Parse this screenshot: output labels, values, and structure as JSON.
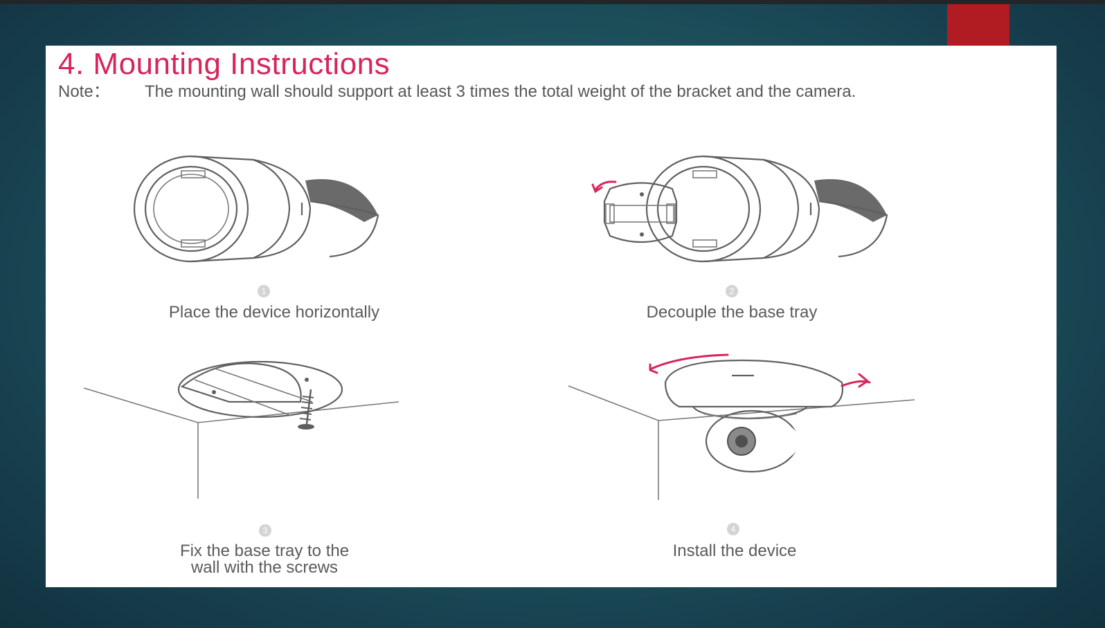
{
  "slide": {
    "title": "4. Mounting Instructions",
    "note_label": "Note：",
    "note_text": "The mounting wall should support at least 3 times the total weight of the bracket and the camera.",
    "colors": {
      "title": "#d8245a",
      "accent_tab": "#b01c22",
      "arrows": "#d8245a"
    }
  },
  "steps": [
    {
      "number": "1",
      "caption": "Place the device horizontally",
      "icon": "camera-side-icon"
    },
    {
      "number": "2",
      "caption": "Decouple the base tray",
      "icon": "decouple-base-icon"
    },
    {
      "number": "3",
      "caption_line1": "Fix the base tray to the",
      "caption_line2": "wall with the screws",
      "icon": "fix-base-tray-icon"
    },
    {
      "number": "4",
      "caption": "Install the device",
      "icon": "install-device-icon"
    }
  ]
}
